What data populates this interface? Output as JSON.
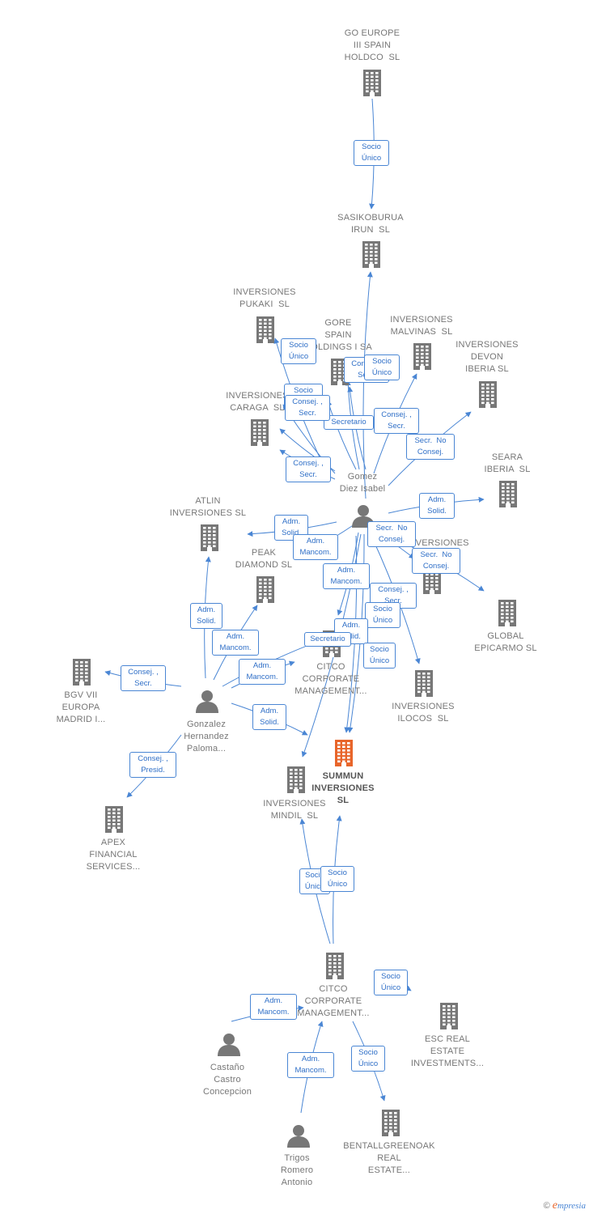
{
  "diagram": {
    "nodes": [
      {
        "id": "go_europe",
        "kind": "company",
        "label": "GO EUROPE\nIII SPAIN\nHOLDCO  SL",
        "color": "#777777"
      },
      {
        "id": "sasikoburua",
        "kind": "company",
        "label": "SASIKOBURUA\nIRUN  SL",
        "color": "#777777"
      },
      {
        "id": "pukaki",
        "kind": "company",
        "label": "INVERSIONES\nPUKAKI  SL",
        "color": "#777777"
      },
      {
        "id": "gore",
        "kind": "company",
        "label": "GORE\nSPAIN\nHOLDINGS I SA",
        "color": "#777777"
      },
      {
        "id": "malvinas",
        "kind": "company",
        "label": "INVERSIONES\nMALVINAS  SL",
        "color": "#777777"
      },
      {
        "id": "devon",
        "kind": "company",
        "label": "INVERSIONES\nDEVON\nIBERIA SL",
        "color": "#777777"
      },
      {
        "id": "caraga",
        "kind": "company",
        "label": "INVERSIONES\nCARAGA  SL",
        "color": "#777777"
      },
      {
        "id": "seara",
        "kind": "company",
        "label": "SEARA\nIBERIA  SL",
        "color": "#777777"
      },
      {
        "id": "gomez",
        "kind": "person",
        "label": "Gomez\nDiez Isabel",
        "color": "#777777"
      },
      {
        "id": "atlin",
        "kind": "company",
        "label": "ATLIN\nINVERSIONES SL",
        "color": "#777777"
      },
      {
        "id": "peak",
        "kind": "company",
        "label": "PEAK\nDIAMOND SL",
        "color": "#777777"
      },
      {
        "id": "inv_hidden",
        "kind": "company",
        "label": "INVERSIONES",
        "color": "#777777"
      },
      {
        "id": "global",
        "kind": "company",
        "label": "GLOBAL\nEPICARMO SL",
        "color": "#777777"
      },
      {
        "id": "bgv",
        "kind": "company",
        "label": "BGV VII\nEUROPA\nMADRID I...",
        "color": "#777777"
      },
      {
        "id": "citco_top",
        "kind": "company",
        "label": "CITCO\nCORPORATE\nMANAGEMENT...",
        "color": "#777777"
      },
      {
        "id": "ilocos",
        "kind": "company",
        "label": "INVERSIONES\nILOCOS  SL",
        "color": "#777777"
      },
      {
        "id": "gonzalez",
        "kind": "person",
        "label": "Gonzalez\nHernandez\nPaloma...",
        "color": "#777777"
      },
      {
        "id": "summun",
        "kind": "company",
        "label": "SUMMUN\nINVERSIONES\nSL",
        "color": "#e8652a",
        "focus": true
      },
      {
        "id": "mindil",
        "kind": "company",
        "label": "INVERSIONES\nMINDIL  SL",
        "color": "#777777"
      },
      {
        "id": "apex",
        "kind": "company",
        "label": "APEX\nFINANCIAL\nSERVICES...",
        "color": "#777777"
      },
      {
        "id": "citco_bottom",
        "kind": "company",
        "label": "CITCO\nCORPORATE\nMANAGEMENT...",
        "color": "#777777"
      },
      {
        "id": "esc",
        "kind": "company",
        "label": "ESC REAL\nESTATE\nINVESTMENTS...",
        "color": "#777777"
      },
      {
        "id": "castano",
        "kind": "person",
        "label": "Castaño\nCastro\nConcepcion",
        "color": "#777777"
      },
      {
        "id": "trigos",
        "kind": "person",
        "label": "Trigos\nRomero\nAntonio",
        "color": "#777777"
      },
      {
        "id": "bentall",
        "kind": "company",
        "label": "BENTALLGREENOAK\nREAL\nESTATE...",
        "color": "#777777"
      }
    ],
    "edges": [
      {
        "from": "go_europe",
        "to": "sasikoburua",
        "label": "Socio\nÚnico"
      },
      {
        "from": "gomez",
        "to": "sasikoburua",
        "label": ""
      },
      {
        "from": "gomez",
        "to": "pukaki",
        "label": "Socio\nÚnico"
      },
      {
        "from": "gomez",
        "to": "gore",
        "label": "Consej. ,\nSecr."
      },
      {
        "from": "gomez",
        "to": "gore",
        "label": "Socio\nÚnico"
      },
      {
        "from": "gomez",
        "to": "gore",
        "label": "Secretario"
      },
      {
        "from": "gomez",
        "to": "caraga",
        "label": "Socio\nÚnico"
      },
      {
        "from": "gomez",
        "to": "caraga",
        "label": "Consej. ,\nSecr."
      },
      {
        "from": "gomez",
        "to": "caraga",
        "label": "Consej. ,\nSecr."
      },
      {
        "from": "gomez",
        "to": "malvinas",
        "label": "Consej. ,\nSecr."
      },
      {
        "from": "gomez",
        "to": "devon",
        "label": "Secr.  No\nConsej."
      },
      {
        "from": "gomez",
        "to": "seara",
        "label": "Adm.\nSolid."
      },
      {
        "from": "gomez",
        "to": "atlin",
        "label": "Adm.\nSolid."
      },
      {
        "from": "gomez",
        "to": "peak",
        "label": "Adm.\nMancom."
      },
      {
        "from": "gomez",
        "to": "inv_hidden",
        "label": "Secr.  No\nConsej."
      },
      {
        "from": "gomez",
        "to": "global",
        "label": "Secr.  No\nConsej."
      },
      {
        "from": "gomez",
        "to": "citco_top",
        "label": "Adm.\nMancom."
      },
      {
        "from": "gomez",
        "to": "mindil",
        "label": "Consej. ,\nSecr."
      },
      {
        "from": "gomez",
        "to": "summun",
        "label": "Socio\nÚnico"
      },
      {
        "from": "gomez",
        "to": "summun",
        "label": "Adm.\nSolid."
      },
      {
        "from": "gomez",
        "to": "ilocos",
        "label": "Socio\nÚnico"
      },
      {
        "from": "gonzalez",
        "to": "citco_top",
        "label": "Secretario"
      },
      {
        "from": "gonzalez",
        "to": "atlin",
        "label": "Adm.\nSolid."
      },
      {
        "from": "gonzalez",
        "to": "peak",
        "label": "Adm.\nMancom."
      },
      {
        "from": "gonzalez",
        "to": "citco_top",
        "label": "Adm.\nMancom."
      },
      {
        "from": "gonzalez",
        "to": "bgv",
        "label": "Consej. ,\nSecr."
      },
      {
        "from": "gonzalez",
        "to": "mindil",
        "label": "Adm.\nSolid."
      },
      {
        "from": "gonzalez",
        "to": "apex",
        "label": "Consej. ,\nPresid."
      },
      {
        "from": "citco_bottom",
        "to": "mindil",
        "label": "Socio\nÚnico"
      },
      {
        "from": "citco_bottom",
        "to": "summun",
        "label": "Socio\nÚnico"
      },
      {
        "from": "citco_bottom",
        "to": "esc",
        "label": "Socio\nÚnico"
      },
      {
        "from": "castano",
        "to": "citco_bottom",
        "label": "Adm.\nMancom."
      },
      {
        "from": "trigos",
        "to": "citco_bottom",
        "label": "Adm.\nMancom."
      },
      {
        "from": "citco_bottom",
        "to": "bentall",
        "label": "Socio\nÚnico"
      }
    ],
    "colors": {
      "edge": "#4a86d4",
      "node": "#777777",
      "focus": "#e8652a"
    }
  },
  "footer": {
    "copyright": "©",
    "brand_initial": "e",
    "brand_rest": "mpresia"
  }
}
